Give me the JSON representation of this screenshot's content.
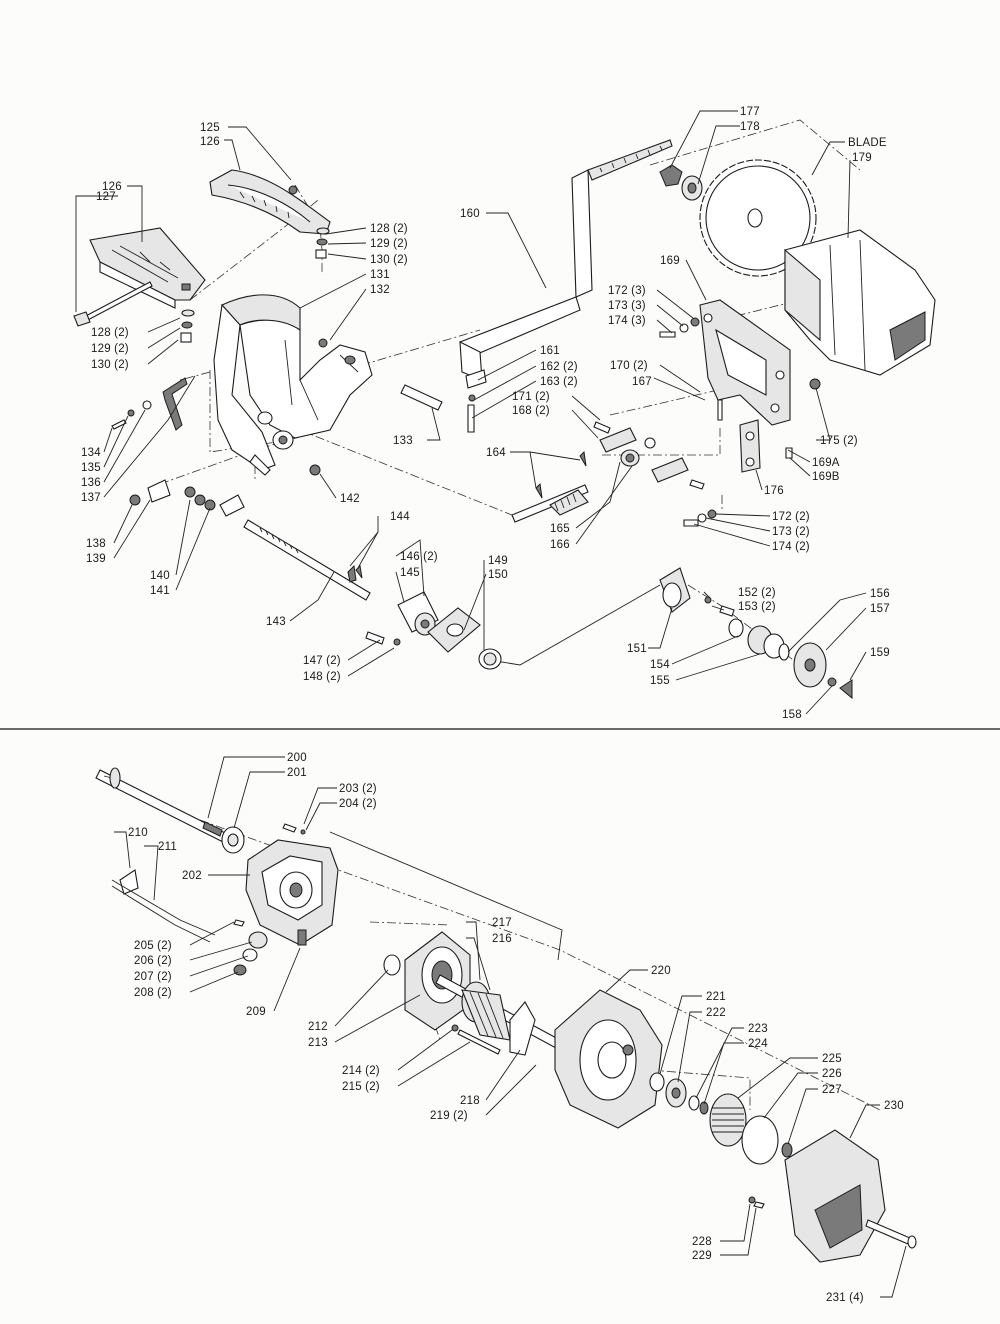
{
  "labels": {
    "l125": "125",
    "l126a": "126",
    "l126b": "126",
    "l127": "127",
    "l128a": "128 (2)",
    "l129a": "129 (2)",
    "l130a": "130 (2)",
    "l131": "131",
    "l132": "132",
    "l128b": "128 (2)",
    "l129b": "129 (2)",
    "l130b": "130 (2)",
    "l133": "133",
    "l134": "134",
    "l135": "135",
    "l136": "136",
    "l137": "137",
    "l138": "138",
    "l139": "139",
    "l140": "140",
    "l141": "141",
    "l142": "142",
    "l143": "143",
    "l144": "144",
    "l145": "145",
    "l146": "146 (2)",
    "l147": "147 (2)",
    "l148": "148 (2)",
    "l149": "149",
    "l150": "150",
    "l151": "151",
    "l152": "152 (2)",
    "l153": "153 (2)",
    "l154": "154",
    "l155": "155",
    "l156": "156",
    "l157": "157",
    "l158": "158",
    "l159": "159",
    "l160": "160",
    "l161": "161",
    "l162": "162 (2)",
    "l163": "163 (2)",
    "l164": "164",
    "l165": "165",
    "l166": "166",
    "l167": "167",
    "l168": "168 (2)",
    "l169": "169",
    "l169a": "169A",
    "l169b": "169B",
    "l170": "170 (2)",
    "l171": "171 (2)",
    "l172a": "172 (3)",
    "l173a": "173 (3)",
    "l174a": "174 (3)",
    "l172b": "172 (2)",
    "l173b": "173 (2)",
    "l174b": "174 (2)",
    "l175": "175 (2)",
    "l176": "176",
    "l177": "177",
    "l178": "178",
    "lblade": "BLADE",
    "l179": "179",
    "l200": "200",
    "l201": "201",
    "l202": "202",
    "l203": "203 (2)",
    "l204": "204 (2)",
    "l205": "205 (2)",
    "l206": "206 (2)",
    "l207": "207 (2)",
    "l208": "208 (2)",
    "l209": "209",
    "l210": "210",
    "l211": "211",
    "l212": "212",
    "l213": "213",
    "l214": "214 (2)",
    "l215": "215 (2)",
    "l216": "216",
    "l217": "217",
    "l218": "218",
    "l219": "219 (2)",
    "l220": "220",
    "l221": "221",
    "l222": "222",
    "l223": "223",
    "l224": "224",
    "l225": "225",
    "l226": "226",
    "l227": "227",
    "l228": "228",
    "l229": "229",
    "l230": "230",
    "l231": "231 (4)"
  }
}
